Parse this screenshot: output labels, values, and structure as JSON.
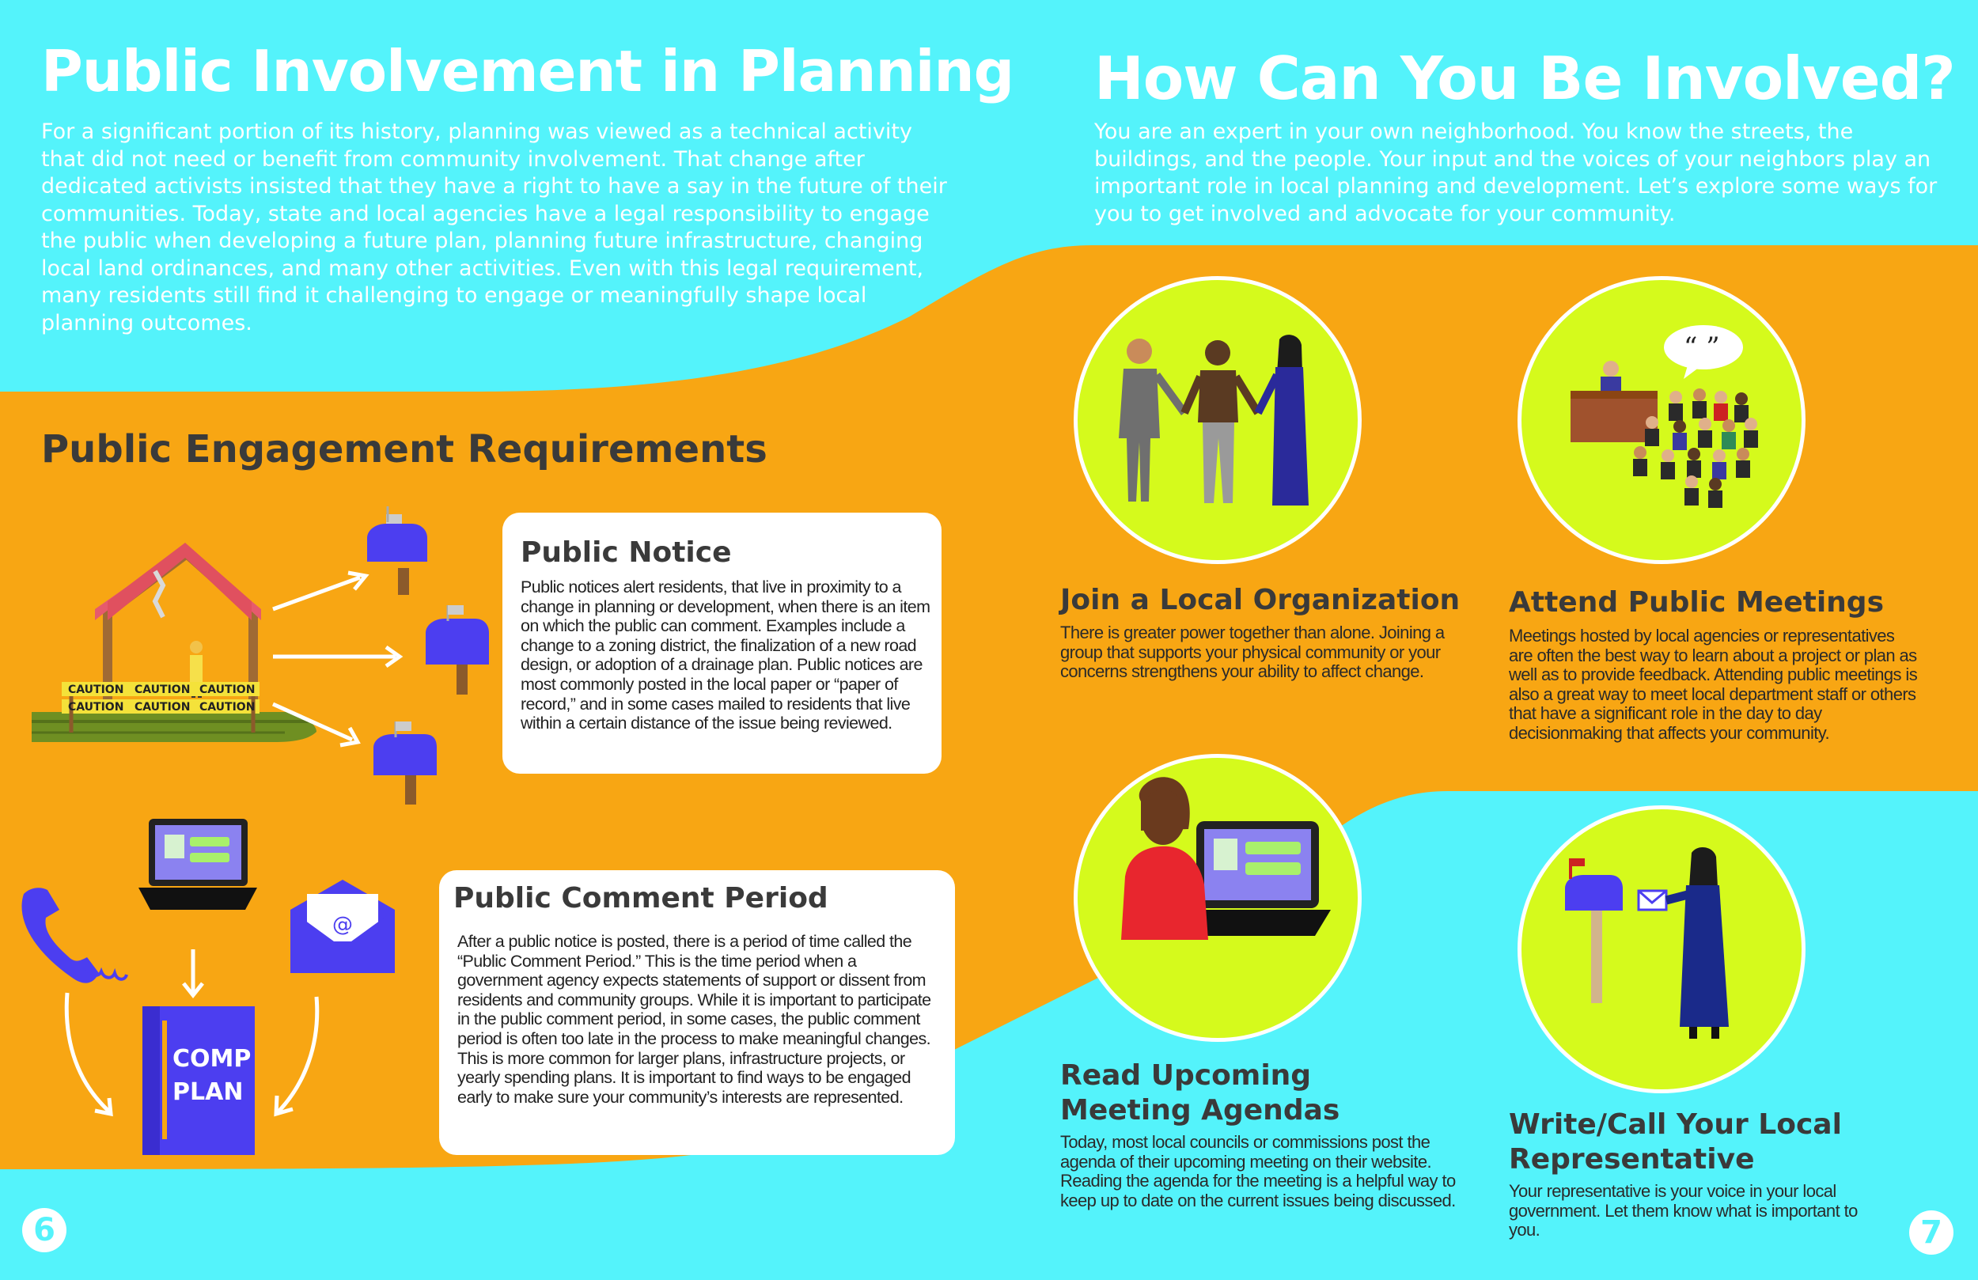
{
  "left_page": {
    "title": "Public Involvement in Planning",
    "intro": "For a significant portion of its history, planning was viewed as a technical activity that did not need or benefit from community involvement. That change after dedicated activists insisted that they have a right to have a say in the future of their communities. Today, state and local agencies have a legal responsibility to engage the public when developing a future plan, planning future infrastructure, changing local land ordinances, and many other activities. Even with this legal requirement, many residents still find it challenging to engage or meaningfully shape local planning outcomes.",
    "section_title": "Public Engagement Requirements",
    "public_notice": {
      "title": "Public Notice",
      "body": "Public notices alert residents, that live in proximity to a change in planning or development, when there is an item on which the public can comment. Examples include a change to a zoning district, the finalization of a new road design, or adoption of a drainage plan. Public notices are most commonly posted in the local paper or “paper of record,” and in some cases mailed to residents that live within a certain distance of the issue being reviewed."
    },
    "public_comment": {
      "title": "Public Comment Period",
      "body": "After a public notice is posted, there is a period of time called the “Public Comment Period.” This is the time period when a government agency expects statements of support or dissent from residents and community groups. While it is important to participate in the public comment period, in some cases, the public comment period is often too late in the process to make meaningful changes. This is more common for larger plans, infrastructure projects, or yearly spending plans. It is important to find ways to be engaged early to make sure your community’s interests are represented."
    },
    "caution_text": "CAUTION",
    "book_line1": "COMP",
    "book_line2": "PLAN",
    "email_symbol": "@",
    "page_number": "6"
  },
  "right_page": {
    "title": "How Can You Be Involved?",
    "intro": "You are an expert in your own neighborhood. You know the streets, the buildings, and the people. Your input and the voices of your neighbors play an important role in local planning and development. Let’s explore some ways for you to get involved and advocate for your community.",
    "items": [
      {
        "title": "Join a Local Organization",
        "body": "There is greater power together than alone. Joining a group that supports your physical community or your concerns strengthens your ability to affect change."
      },
      {
        "title": "Attend Public Meetings",
        "body": "Meetings hosted by local agencies or representatives are often the best way to learn about a project or plan as well as to provide feedback. Attending public meetings is also a great way to meet local department staff or others that have a significant role in the day to day decisionmaking that affects your community."
      },
      {
        "title": "Read Upcoming Meeting Agendas",
        "body": "Today, most local councils or commissions post the agenda of their upcoming meeting on their website. Reading the agenda for the meeting is a helpful way to keep up to date on the current issues being discussed."
      },
      {
        "title": "Write/Call Your Local Representative",
        "body": "Your representative is your voice in your local government. Let them know what is important to you."
      }
    ],
    "quote_marks": "“ ”",
    "page_number": "7"
  },
  "colors": {
    "cyan": "#54f3fb",
    "orange": "#f8a613",
    "lime": "#d5fa1c",
    "blue": "#4c3ef0",
    "heading_gray": "#3a3a3a"
  }
}
